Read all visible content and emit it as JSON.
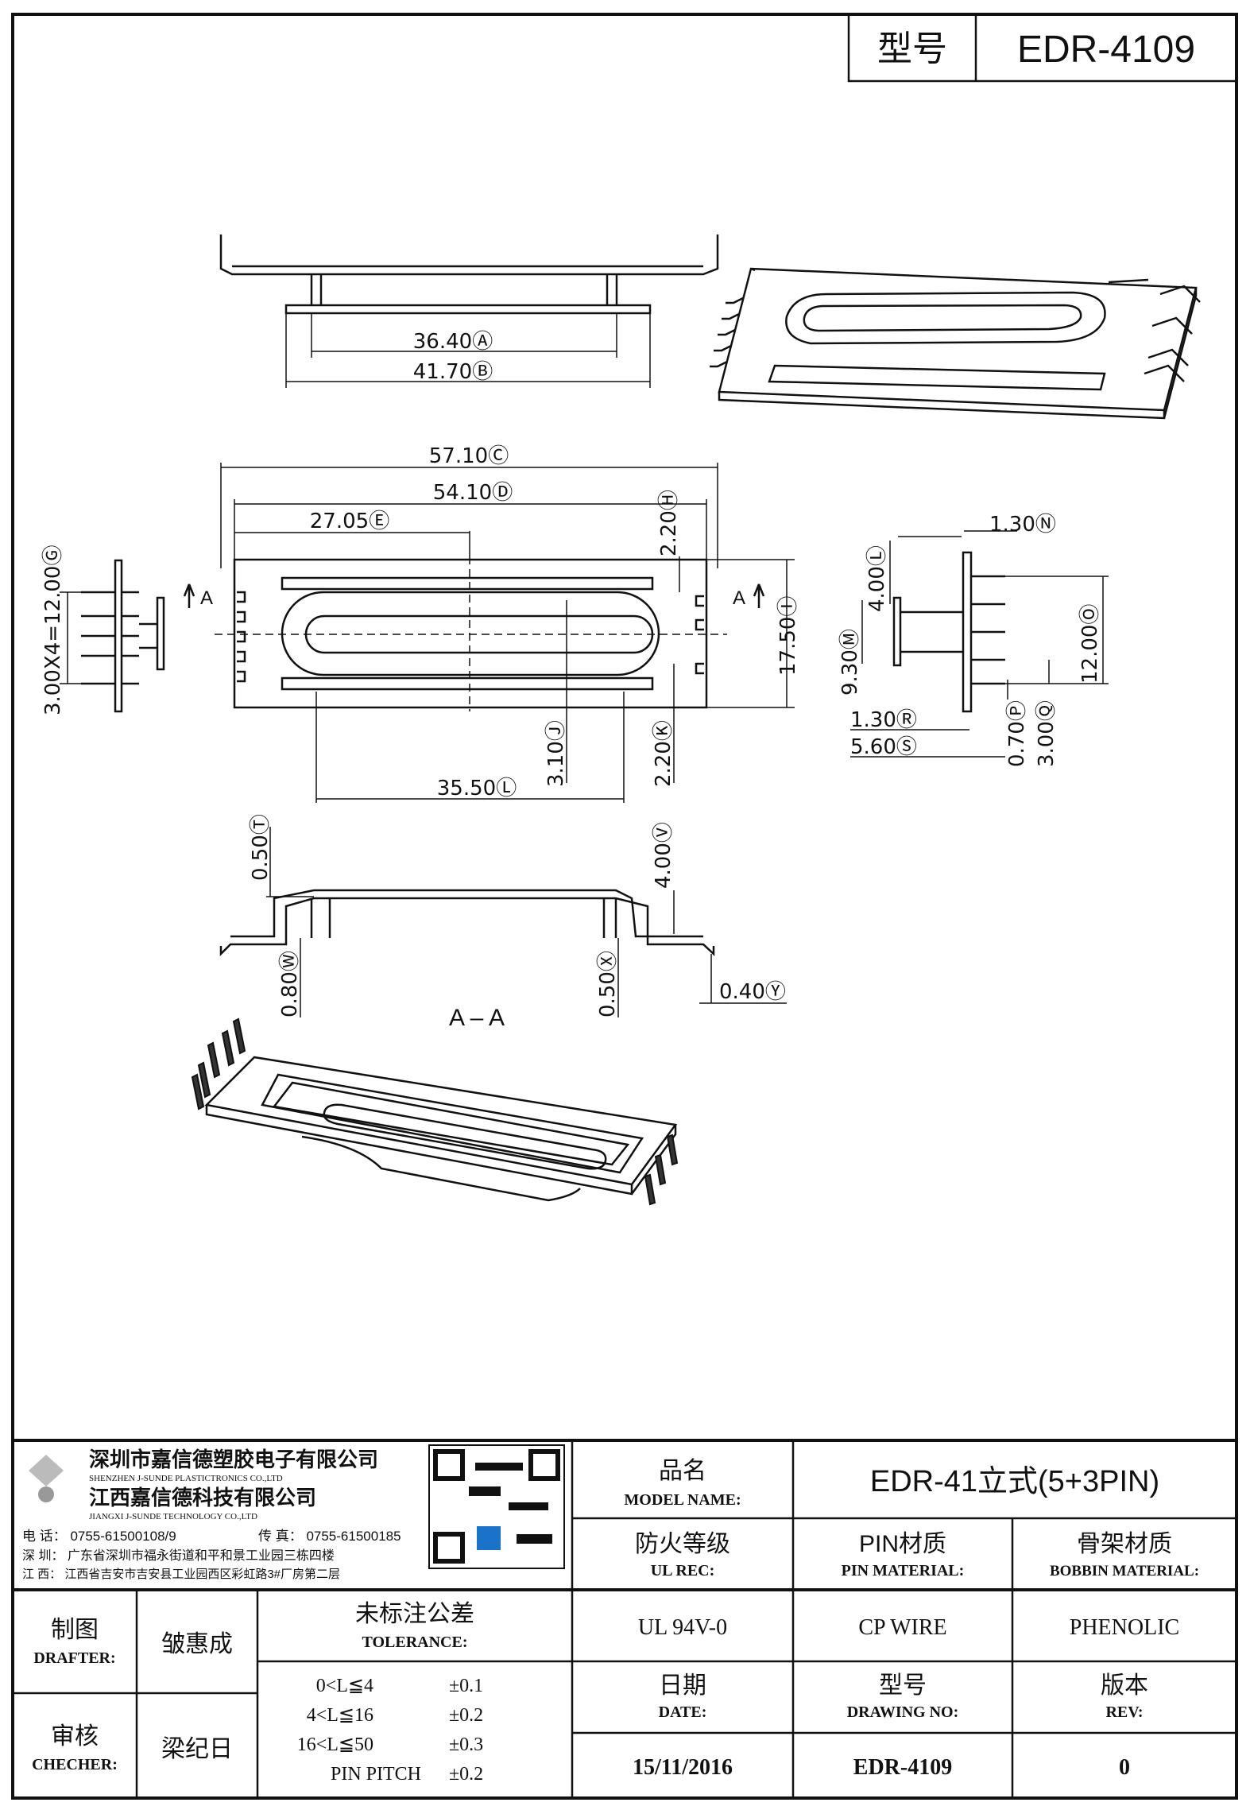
{
  "header": {
    "label": "型号",
    "model": "EDR-4109"
  },
  "dimensions": {
    "top_inner": "36.40",
    "top_inner_tag": "Ⓐ",
    "top_outer": "41.70",
    "top_outer_tag": "Ⓑ",
    "overall_length": "57.10",
    "overall_length_tag": "Ⓒ",
    "body_length": "54.10",
    "body_length_tag": "Ⓓ",
    "half_length": "27.05",
    "half_length_tag": "Ⓔ",
    "top_gap": "2.20",
    "top_gap_tag": "Ⓗ",
    "width": "17.50",
    "width_tag": "Ⓘ",
    "window_width": "3.10",
    "window_width_tag": "Ⓙ",
    "bottom_gap": "2.20",
    "bottom_gap_tag": "Ⓚ",
    "window_length": "35.50",
    "window_length_tag": "Ⓛ",
    "pin_span": "3.00X4=12.00",
    "pin_span_tag": "Ⓖ",
    "side_height": "4.00",
    "side_height_tag": "Ⓛ",
    "side_total": "9.30",
    "side_total_tag": "Ⓜ",
    "flange_thk": "1.30",
    "flange_thk_tag": "Ⓝ",
    "pin_row": "12.00",
    "pin_row_tag": "Ⓞ",
    "flange_thk2": "1.30",
    "flange_thk2_tag": "Ⓡ",
    "pin_len": "5.60",
    "pin_len_tag": "Ⓢ",
    "pin_w": "0.70",
    "pin_w_tag": "Ⓟ",
    "pin_pitch": "3.00",
    "pin_pitch_tag": "Ⓠ",
    "sec_top": "0.50",
    "sec_top_tag": "Ⓣ",
    "sec_height": "4.00",
    "sec_height_tag": "Ⓥ",
    "sec_left": "0.80",
    "sec_left_tag": "Ⓦ",
    "sec_right": "0.50",
    "sec_right_tag": "Ⓧ",
    "pin_dia": "0.40",
    "pin_dia_tag": "Ⓨ",
    "section_label": "A – A",
    "arrow_a": "A"
  },
  "company": {
    "name_sz": "深圳市嘉信德塑胶电子有限公司",
    "name_sz_en": "SHENZHEN J-SUNDE PLASTICTRONICS CO.,LTD",
    "name_jx": "江西嘉信德科技有限公司",
    "name_jx_en": "JIANGXI J-SUNDE TECHNOLOGY CO.,LTD",
    "tel": "电 话： 0755-61500108/9",
    "fax": "传 真： 0755-61500185",
    "addr_sz": "深 圳： 广东省深圳市福永街道和平和景工业园三栋四楼",
    "addr_jx": "江 西： 江西省吉安市吉安县工业园西区彩虹路3#厂房第二层"
  },
  "title_block": {
    "model_name_cn": "品名",
    "model_name_en": "MODEL NAME:",
    "model_name_value": "EDR-41立式(5+3PIN)",
    "ul_cn": "防火等级",
    "ul_en": "UL REC:",
    "pin_mat_cn": "PIN材质",
    "pin_mat_en": "PIN MATERIAL:",
    "bobbin_cn": "骨架材质",
    "bobbin_en": "BOBBIN MATERIAL:",
    "ul_value": "UL 94V-0",
    "pin_value": "CP WIRE",
    "bobbin_value": "PHENOLIC",
    "drafter_cn": "制图",
    "drafter_en": "DRAFTER:",
    "drafter_name": "皱惠成",
    "checker_cn": "审核",
    "checker_en": "CHECHER:",
    "checker_name": "梁纪日",
    "tol_cn": "未标注公差",
    "tol_en": "TOLERANCE:",
    "tol": [
      {
        "range": "0<L≦4",
        "value": "±0.1"
      },
      {
        "range": "4<L≦16",
        "value": "±0.2"
      },
      {
        "range": "16<L≦50",
        "value": "±0.3"
      },
      {
        "range": "PIN PITCH",
        "value": "±0.2"
      }
    ],
    "date_cn": "日期",
    "date_en": "DATE:",
    "drawing_cn": "型号",
    "drawing_en": "DRAWING NO:",
    "rev_cn": "版本",
    "rev_en": "REV:",
    "date_value": "15/11/2016",
    "drawing_value": "EDR-4109",
    "rev_value": "0"
  }
}
